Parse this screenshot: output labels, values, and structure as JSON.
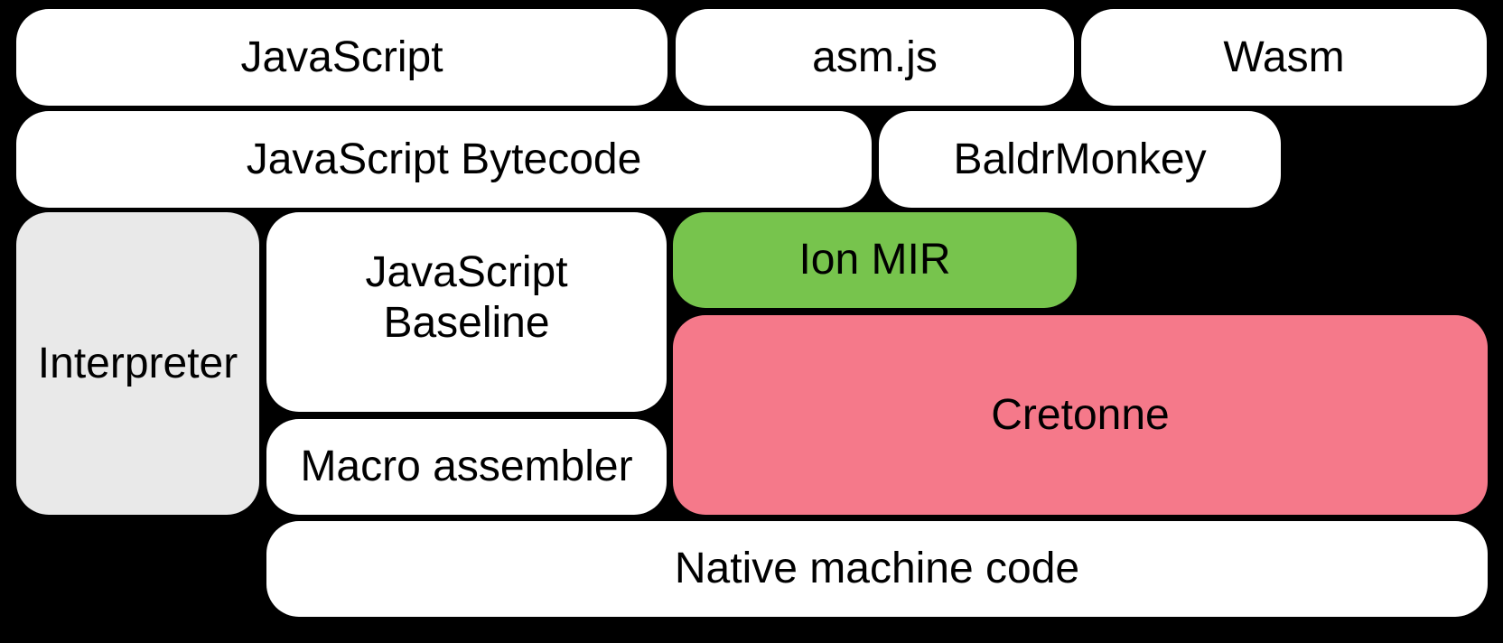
{
  "diagram": {
    "colors": {
      "background": "#000000",
      "node_default": "#ffffff",
      "interpreter_gray": "#e9e9e9",
      "ion_mir_green": "#77c44d",
      "cretonne_pink": "#f5798a",
      "text": "#000000"
    },
    "nodes": {
      "javascript": {
        "label": "JavaScript",
        "fill": "#ffffff"
      },
      "asm_js": {
        "label": "asm.js",
        "fill": "#ffffff"
      },
      "wasm": {
        "label": "Wasm",
        "fill": "#ffffff"
      },
      "javascript_bytecode": {
        "label": "JavaScript Bytecode",
        "fill": "#ffffff"
      },
      "baldrmonkey": {
        "label": "BaldrMonkey",
        "fill": "#ffffff"
      },
      "interpreter": {
        "label": "Interpreter",
        "fill": "#e9e9e9"
      },
      "javascript_baseline": {
        "label": "JavaScript\nBaseline",
        "fill": "#ffffff"
      },
      "ion_mir": {
        "label": "Ion MIR",
        "fill": "#77c44d"
      },
      "cretonne": {
        "label": "Cretonne",
        "fill": "#f5798a"
      },
      "macro_assembler": {
        "label": "Macro assembler",
        "fill": "#ffffff"
      },
      "native_machine_code": {
        "label": "Native machine code",
        "fill": "#ffffff"
      }
    }
  }
}
